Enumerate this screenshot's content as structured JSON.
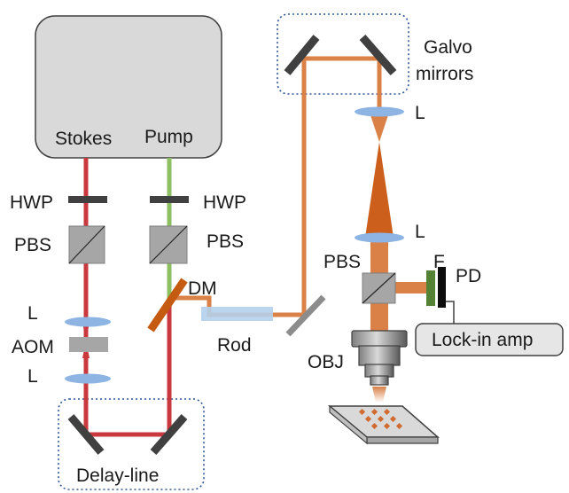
{
  "labels": {
    "stokes": "Stokes",
    "pump": "Pump",
    "hwp_left": "HWP",
    "hwp_right": "HWP",
    "pbs_left": "PBS",
    "pbs_right": "PBS",
    "pbs_detect": "PBS",
    "l_aom_top": "L",
    "aom": "AOM",
    "l_aom_bottom": "L",
    "dm": "DM",
    "rod": "Rod",
    "galvo_line1": "Galvo",
    "galvo_line2": "mirrors",
    "l_scan_top": "L",
    "l_scan_bottom": "L",
    "filter": "F",
    "pd": "PD",
    "lockin": "Lock-in amp",
    "obj": "OBJ",
    "delay_line": "Delay-line"
  },
  "colors": {
    "stokes_beam": "#c8383c",
    "pump_beam": "#8cc063",
    "combined_beam": "#d98147",
    "combined_narrow": "#cc5f1c",
    "laser_box": "#d9d9d9",
    "optic_dark": "#404040",
    "pbs_gray": "#a6a6a6",
    "lens_blue": "#8db4e2",
    "rod_blue": "#b4d0ec",
    "dashed_box": "#2f5597",
    "filter_green": "#548235",
    "sample_spots": "#d06a2e"
  }
}
